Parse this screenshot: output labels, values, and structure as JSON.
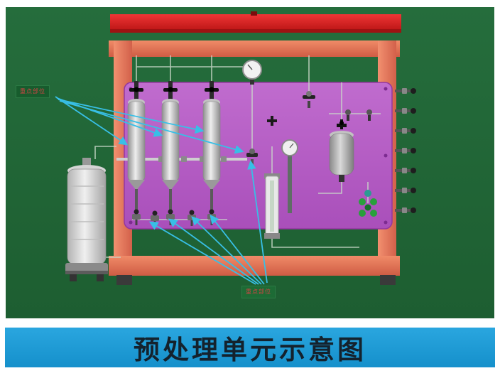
{
  "banner": {
    "title": "预处理单元示意图"
  },
  "diagram": {
    "key_label_top": "重点部位",
    "key_label_bottom": "重点部位",
    "colors": {
      "background_green": "#216b38",
      "frame_orange": "#e87f62",
      "beam_red": "#dc2020",
      "panel_purple": "#b75fc4",
      "arrow_cyan": "#38bfe6",
      "banner_blue": "#1d9ad3"
    }
  }
}
